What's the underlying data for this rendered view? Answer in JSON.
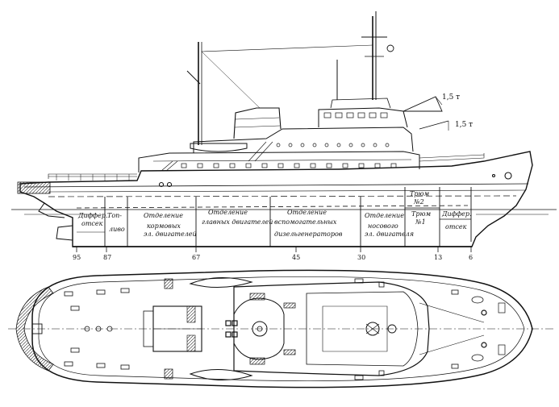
{
  "compartments": {
    "aft_peak": [
      "Диффер.",
      "отсек"
    ],
    "fuel": [
      "Топ-",
      "ливо"
    ],
    "aux_engine_room_aft": [
      "Отделение",
      "кормовых",
      "эл. двигателей"
    ],
    "main_engine_room": [
      "Отделение",
      "главных двигателей"
    ],
    "aux_generator_room": [
      "Отделение",
      "вспомогательных",
      "дизельгенераторов"
    ],
    "bow_thruster_room": [
      "Отделение",
      "носового",
      "эл. двигателя"
    ],
    "hold_2": [
      "Трюм",
      "№2"
    ],
    "hold_1": [
      "Трюм",
      "№1"
    ],
    "fore_peak": [
      "Диффер.",
      "отсек"
    ]
  },
  "frame_numbers": [
    "95",
    "87",
    "67",
    "45",
    "30",
    "13",
    "6"
  ],
  "crane_labels": [
    "1,5 т",
    "1,5 т"
  ]
}
